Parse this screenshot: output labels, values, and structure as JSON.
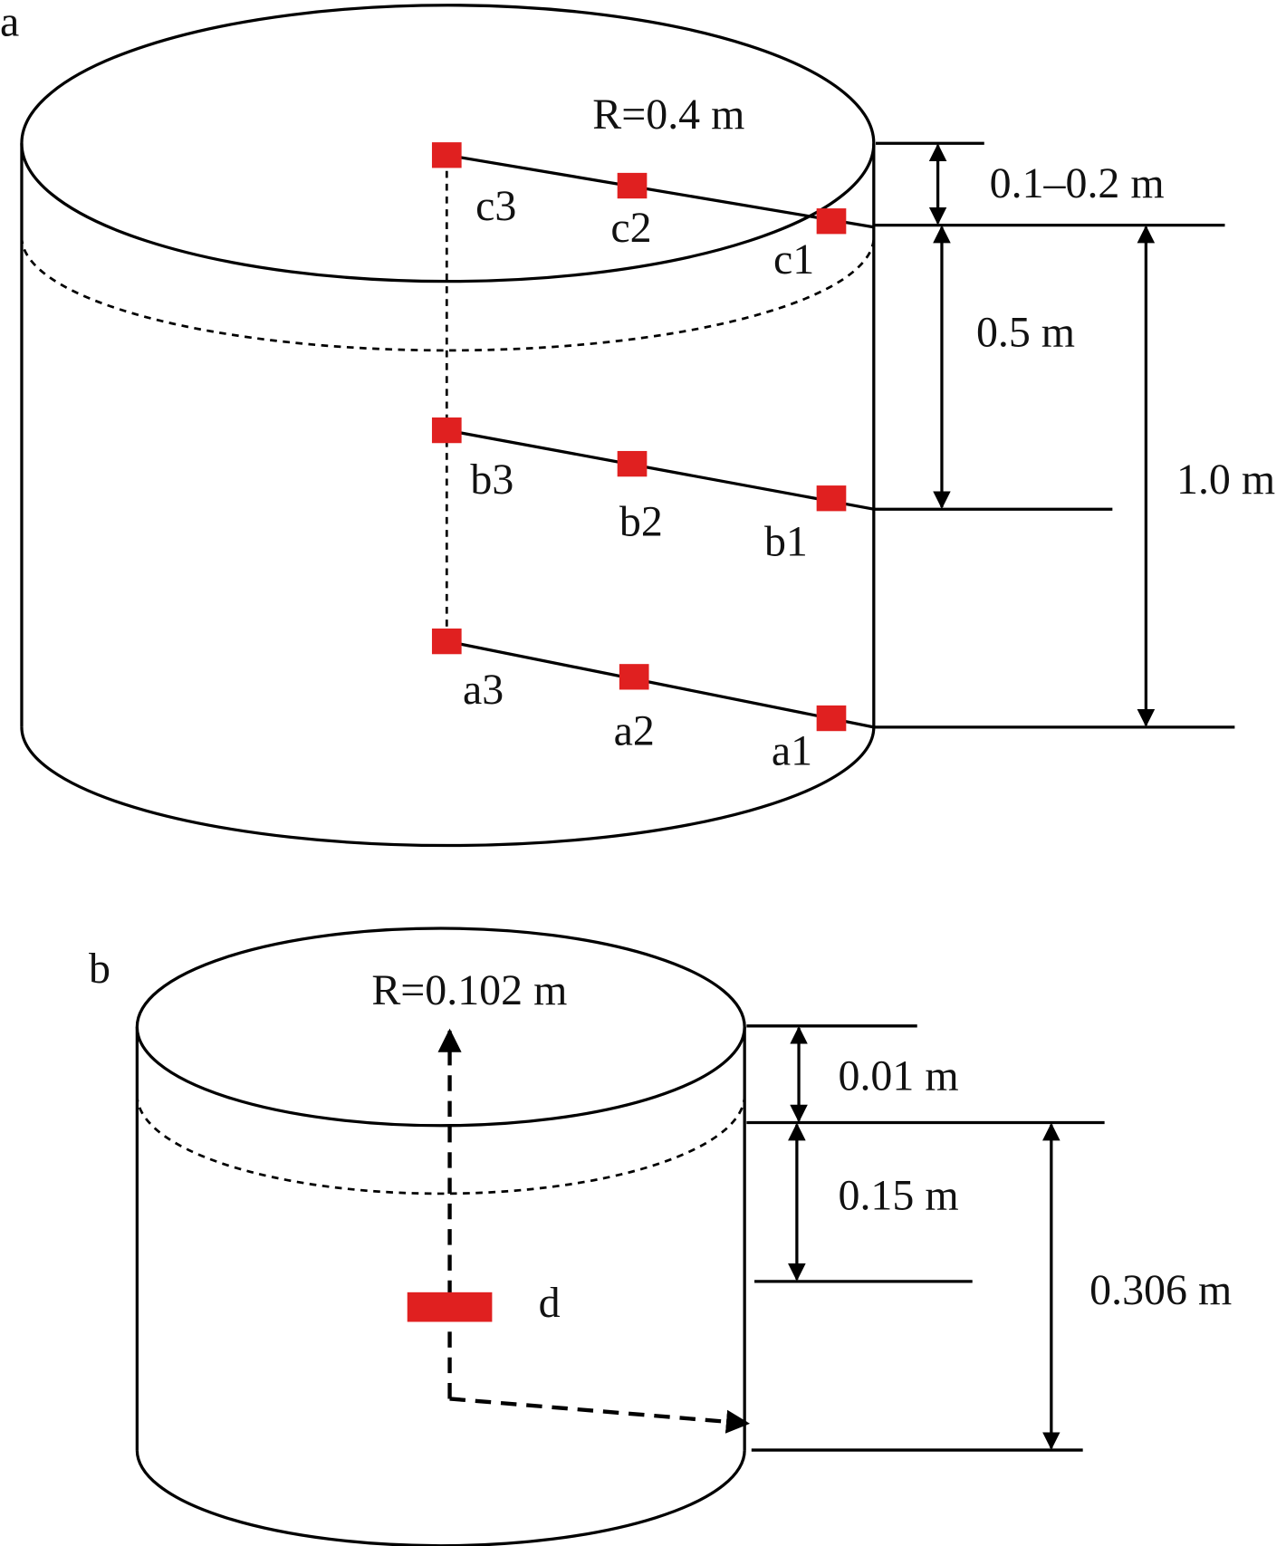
{
  "panel_a": {
    "label": "a",
    "radius_label": "R=0.4 m",
    "sensors": [
      "c3",
      "c2",
      "c1",
      "b3",
      "b2",
      "b1",
      "a3",
      "a2",
      "a1"
    ],
    "dims": {
      "top_gap": "0.1–0.2 m",
      "mid": "0.5 m",
      "total": "1.0 m"
    }
  },
  "panel_b": {
    "label": "b",
    "radius_label": "R=0.102 m",
    "sensor": "d",
    "dims": {
      "top_gap": "0.01 m",
      "mid": "0.15 m",
      "total": "0.306 m"
    }
  },
  "colors": {
    "sensor": "#e02020",
    "line": "#000000"
  }
}
